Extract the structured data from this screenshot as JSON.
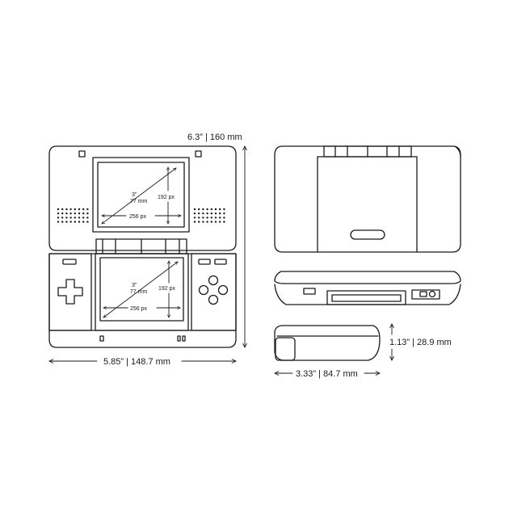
{
  "dimensions": {
    "height": "6.3” | 160 mm",
    "width": "5.85” | 148.7 mm",
    "depth": "3.33” | 84.7 mm",
    "thickness": "1.13” | 28.9 mm"
  },
  "top_screen": {
    "diagonal_in": "3”",
    "diagonal_mm": "77 mm",
    "width_px": "256 px",
    "height_px": "192 px"
  },
  "bottom_screen": {
    "diagonal_in": "3”",
    "diagonal_mm": "77 mm",
    "width_px": "256 px",
    "height_px": "192 px"
  }
}
